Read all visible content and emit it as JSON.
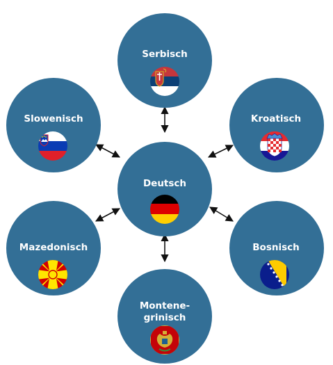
{
  "diagram": {
    "center": {
      "label": "Deutsch",
      "flag": "germany-flag"
    },
    "nodes": [
      {
        "id": "serbisch",
        "label": "Serbisch",
        "flag": "serbia-flag"
      },
      {
        "id": "kroatisch",
        "label": "Kroatisch",
        "flag": "croatia-flag"
      },
      {
        "id": "bosnisch",
        "label": "Bosnisch",
        "flag": "bosnia-flag"
      },
      {
        "id": "montenegrinisch",
        "label_lines": [
          "Montene-",
          "grinisch"
        ],
        "flag": "montenegro-flag"
      },
      {
        "id": "mazedonisch",
        "label": "Mazedonisch",
        "flag": "macedonia-flag"
      },
      {
        "id": "slowenisch",
        "label": "Slowenisch",
        "flag": "slovenia-flag"
      }
    ],
    "colors": {
      "circle": "#336f96",
      "label": "#ffffff",
      "arrow": "#111111"
    }
  }
}
